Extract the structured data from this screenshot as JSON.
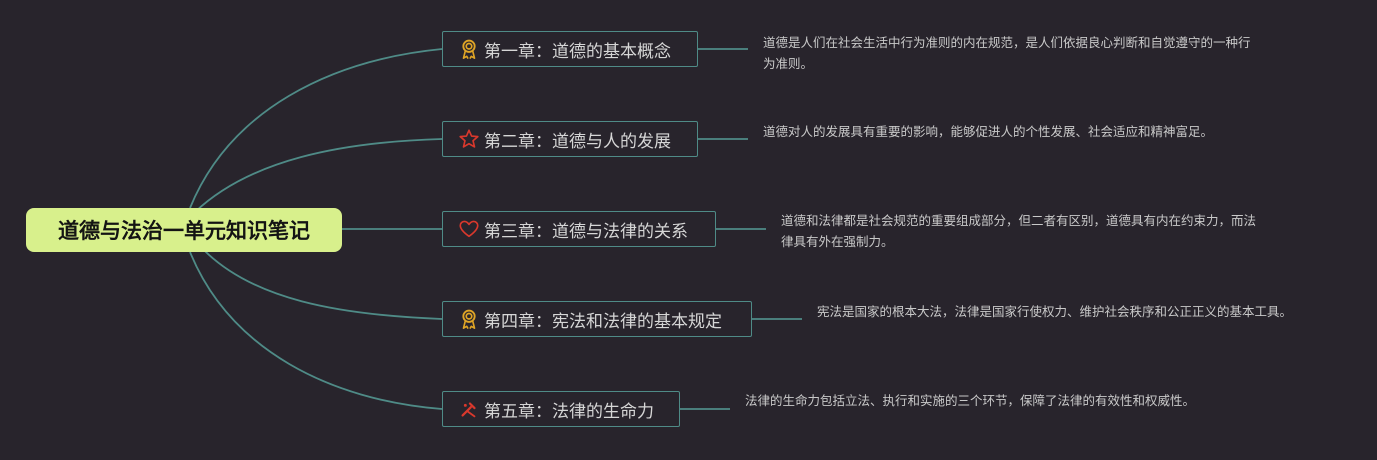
{
  "root": {
    "title": "道德与法治一单元知识笔记"
  },
  "branches": [
    {
      "title": "第一章：道德的基本概念",
      "icon": "award-ribbon-icon",
      "icon_color": "#e0a526",
      "note": "道德是人们在社会生活中行为准则的内在规范，是人们依据良心判断和自觉遵守的一种行为准则。"
    },
    {
      "title": "第二章：道德与人的发展",
      "icon": "star-outline-icon",
      "icon_color": "#d9382c",
      "note": "道德对人的发展具有重要的影响，能够促进人的个性发展、社会适应和精神富足。"
    },
    {
      "title": "第三章：道德与法律的关系",
      "icon": "heart-outline-icon",
      "icon_color": "#d9382c",
      "note": "道德和法律都是社会规范的重要组成部分，但二者有区别，道德具有内在约束力，而法律具有外在强制力。"
    },
    {
      "title": "第四章：宪法和法律的基本规定",
      "icon": "award-ribbon-icon",
      "icon_color": "#e0a526",
      "note": "宪法是国家的根本大法，法律是国家行使权力、维护社会秩序和公正正义的基本工具。"
    },
    {
      "title": "第五章：法律的生命力",
      "icon": "tools-icon",
      "icon_color": "#d9382c",
      "note": "法律的生命力包括立法、执行和实施的三个环节，保障了法律的有效性和权威性。"
    }
  ],
  "colors": {
    "background": "#28242c",
    "connector": "#4f8b87",
    "root_fill": "#d8f08c"
  }
}
